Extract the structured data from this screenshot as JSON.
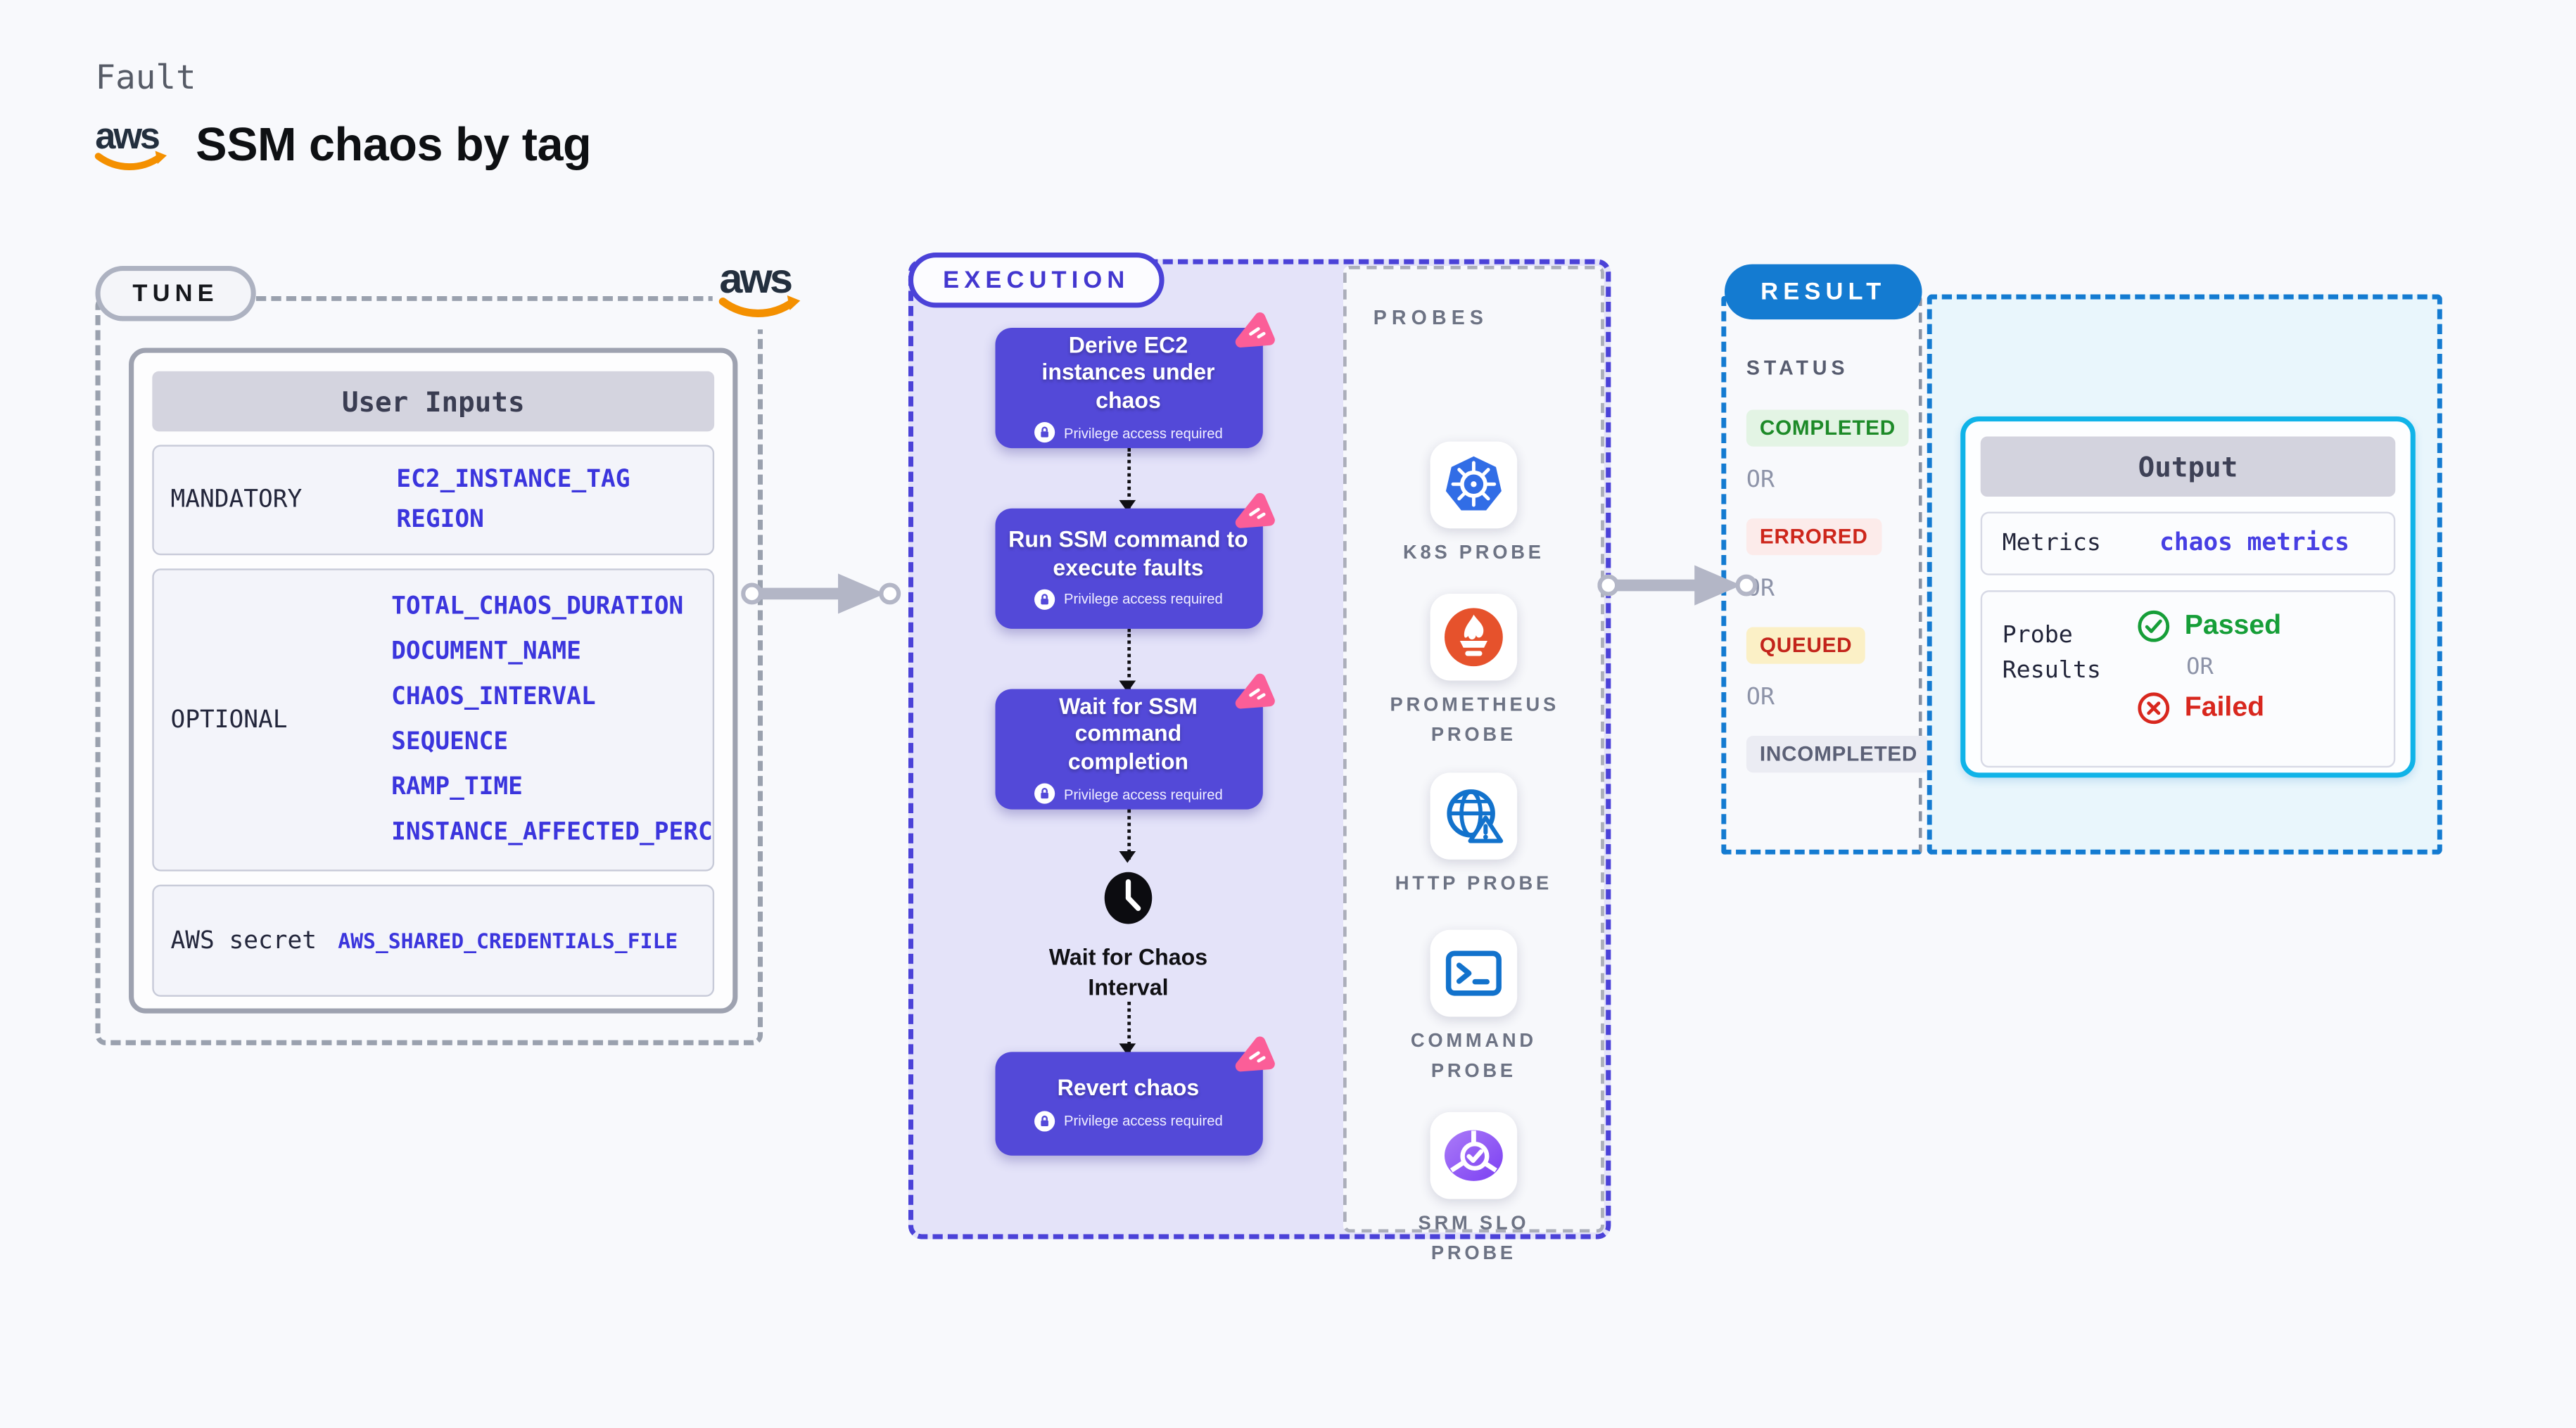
{
  "page": {
    "eyebrow": "Fault",
    "title": "SSM chaos by tag",
    "aws_logo_text": "aws"
  },
  "tune": {
    "pill": "TUNE",
    "table": {
      "header": "User Inputs",
      "rows": [
        {
          "label": "MANDATORY",
          "values": [
            "EC2_INSTANCE_TAG",
            "REGION"
          ]
        },
        {
          "label": "OPTIONAL",
          "values": [
            "TOTAL_CHAOS_DURATION",
            "DOCUMENT_NAME",
            "CHAOS_INTERVAL",
            "SEQUENCE",
            "RAMP_TIME",
            "INSTANCE_AFFECTED_PERC"
          ]
        },
        {
          "label": "AWS secret",
          "values": [
            "AWS_SHARED_CREDENTIALS_FILE"
          ]
        }
      ]
    }
  },
  "execution": {
    "pill": "EXECUTION",
    "privilege_note": "Privilege access required",
    "steps": [
      {
        "title": "Derive EC2 instances under chaos"
      },
      {
        "title": "Run SSM command to execute faults"
      },
      {
        "title": "Wait for SSM command completion"
      },
      {
        "title": "Revert chaos"
      }
    ],
    "wait_label": "Wait for Chaos Interval"
  },
  "probes": {
    "heading": "PROBES",
    "items": [
      {
        "name": "K8S PROBE",
        "icon": "kubernetes-icon"
      },
      {
        "name": "PROMETHEUS PROBE",
        "icon": "prometheus-icon"
      },
      {
        "name": "HTTP PROBE",
        "icon": "http-globe-icon"
      },
      {
        "name": "COMMAND PROBE",
        "icon": "terminal-icon"
      },
      {
        "name": "SRM SLO PROBE",
        "icon": "srm-slo-icon"
      }
    ]
  },
  "result": {
    "pill": "RESULT",
    "status": {
      "heading": "STATUS",
      "completed": "COMPLETED",
      "errored": "ERRORED",
      "queued": "QUEUED",
      "incompleted": "INCOMPLETED",
      "or": "OR"
    },
    "output": {
      "header": "Output",
      "metrics_label": "Metrics",
      "metrics_value": "chaos metrics",
      "probe_results_label": "Probe Results",
      "passed": "Passed",
      "or": "OR",
      "failed": "Failed"
    }
  },
  "colors": {
    "accent_indigo": "#4b42d8",
    "card_purple": "#5349d8",
    "result_blue": "#147bd1",
    "cyan_border": "#10b3e8",
    "value_indigo": "#3b35dd",
    "green": "#169e38",
    "red": "#cd261b",
    "pink": "#fb5e98",
    "aws_orange": "#f49000"
  }
}
